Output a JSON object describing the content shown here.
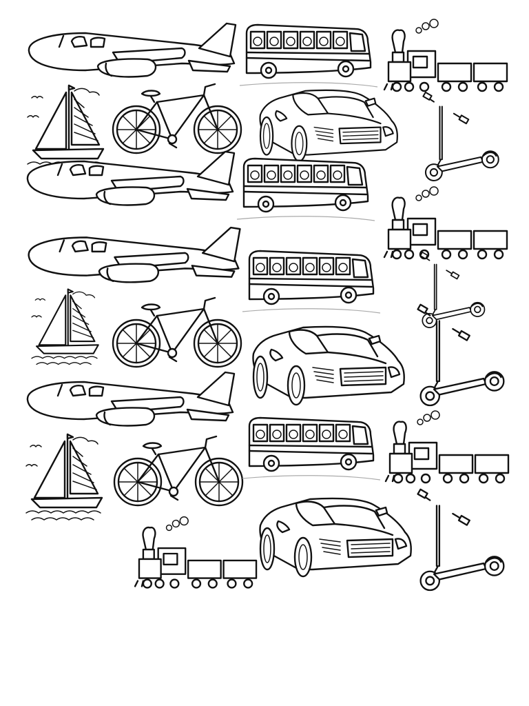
{
  "page": {
    "title": "",
    "background": "#ffffff",
    "line_color": "#111111"
  },
  "drawings": [
    {
      "icon": "airplane-icon",
      "row": 1
    },
    {
      "icon": "school-bus-icon",
      "row": 1
    },
    {
      "icon": "steam-train-icon",
      "row": 1
    },
    {
      "icon": "sailboat-icon",
      "row": 2
    },
    {
      "icon": "bicycle-icon",
      "row": 2
    },
    {
      "icon": "sports-car-icon",
      "row": 2
    },
    {
      "icon": "kick-scooter-icon",
      "row": 2
    },
    {
      "icon": "airplane-icon",
      "row": 3
    },
    {
      "icon": "school-bus-icon",
      "row": 3
    },
    {
      "icon": "steam-train-icon",
      "row": 3
    },
    {
      "icon": "airplane-icon",
      "row": 4
    },
    {
      "icon": "school-bus-icon",
      "row": 4
    },
    {
      "icon": "kick-scooter-icon",
      "row": 4
    },
    {
      "icon": "sailboat-icon",
      "row": 5
    },
    {
      "icon": "bicycle-icon",
      "row": 5
    },
    {
      "icon": "sports-car-icon",
      "row": 5
    },
    {
      "icon": "kick-scooter-icon",
      "row": 5
    },
    {
      "icon": "airplane-icon",
      "row": 6
    },
    {
      "icon": "sailboat-icon",
      "row": 7
    },
    {
      "icon": "bicycle-icon",
      "row": 7
    },
    {
      "icon": "school-bus-icon",
      "row": 7
    },
    {
      "icon": "steam-train-icon",
      "row": 7
    },
    {
      "icon": "steam-train-icon",
      "row": 8
    },
    {
      "icon": "sports-car-icon",
      "row": 8
    },
    {
      "icon": "kick-scooter-icon",
      "row": 8
    }
  ]
}
